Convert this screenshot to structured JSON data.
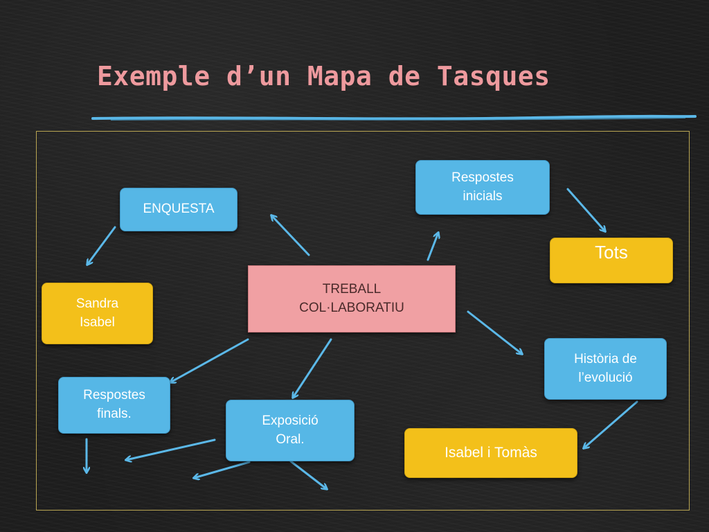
{
  "title": "Exemple d’un Mapa de Tasques",
  "colors": {
    "title": "#ee9a9e",
    "arrow": "#5bb8e8",
    "underline": "#5bb8e8",
    "blue_node": "#56b7e6",
    "yellow_node": "#f3c01a",
    "pink_node": "#f0a0a3",
    "frame": "#b9a552"
  },
  "nodes": {
    "center": "TREBALL\nCOL·LABORATIU",
    "enquesta": "ENQUESTA",
    "sandra_isabel": "Sandra\nIsabel",
    "respostes_inicials": "Respostes\ninicials",
    "tots": "Tots",
    "historia": "Història de\nl’evolució",
    "isabel_tomas": "Isabel i Tomàs",
    "exposicio": "Exposició\nOral.",
    "respostes_finals": "Respostes\nfinals."
  }
}
